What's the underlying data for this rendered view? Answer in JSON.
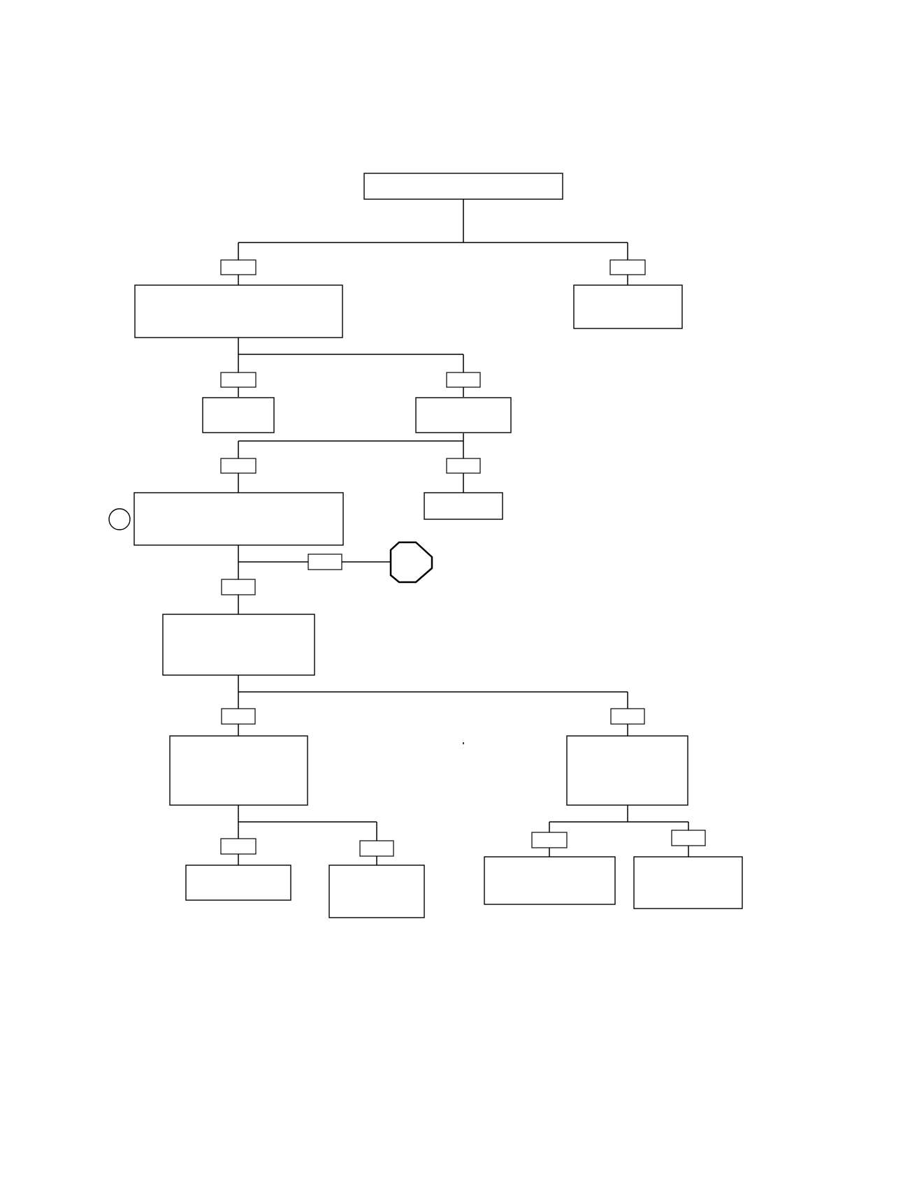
{
  "diagram": {
    "type": "flowchart",
    "stroke_color": "#000000",
    "fill_color": "#ffffff",
    "nodes": [
      {
        "id": "n-root",
        "text": ""
      },
      {
        "id": "n-l1-left",
        "text": ""
      },
      {
        "id": "n-l1-right",
        "text": ""
      },
      {
        "id": "n-l2-left",
        "text": ""
      },
      {
        "id": "n-l2-right",
        "text": ""
      },
      {
        "id": "n-l3-left",
        "text": ""
      },
      {
        "id": "n-l3-right",
        "text": ""
      },
      {
        "id": "n-l4",
        "text": ""
      },
      {
        "id": "n-l5-left",
        "text": ""
      },
      {
        "id": "n-l5-right",
        "text": ""
      },
      {
        "id": "n-l6-a",
        "text": ""
      },
      {
        "id": "n-l6-b",
        "text": ""
      },
      {
        "id": "n-l6-c",
        "text": ""
      },
      {
        "id": "n-l6-d",
        "text": ""
      }
    ],
    "edge_labels": [
      {
        "id": "t1",
        "text": ""
      },
      {
        "id": "t2",
        "text": ""
      },
      {
        "id": "t3",
        "text": ""
      },
      {
        "id": "t4",
        "text": ""
      },
      {
        "id": "t5",
        "text": ""
      },
      {
        "id": "t6",
        "text": ""
      },
      {
        "id": "t7",
        "text": ""
      },
      {
        "id": "t8",
        "text": ""
      },
      {
        "id": "t9",
        "text": ""
      },
      {
        "id": "t10",
        "text": ""
      },
      {
        "id": "t11",
        "text": ""
      },
      {
        "id": "t12",
        "text": ""
      },
      {
        "id": "t13",
        "text": ""
      },
      {
        "id": "t14",
        "text": ""
      }
    ],
    "connector_circle": {
      "text": ""
    },
    "stop_sign": {
      "text": ""
    }
  }
}
